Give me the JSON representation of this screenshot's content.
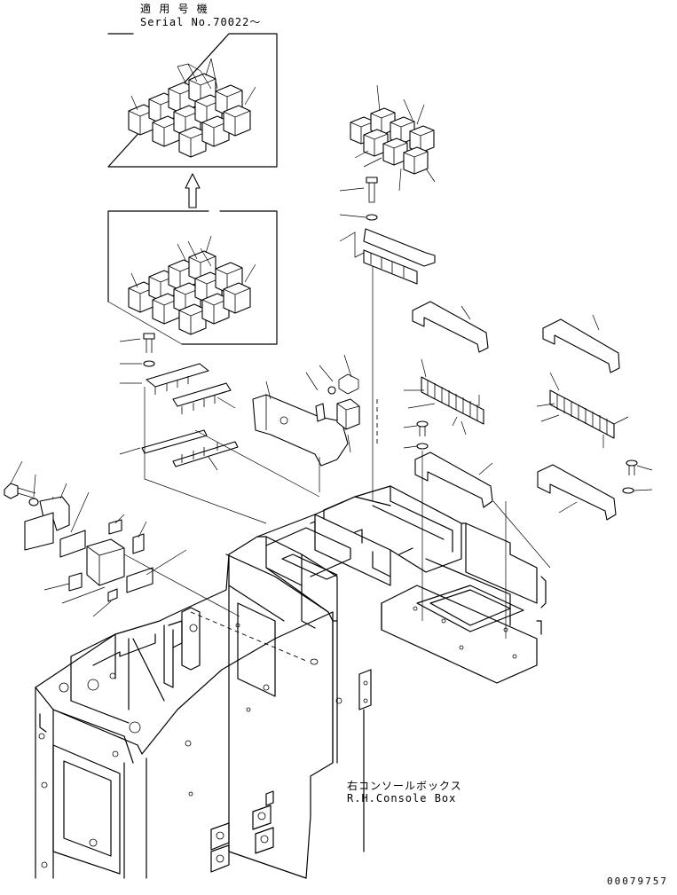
{
  "applicable_label": "適 用 号 機",
  "serial_label": "Serial No.70022～",
  "console_label_jp": "右コンソールボックス",
  "console_label_en": "R.H.Console Box",
  "drawing_number": "00079757"
}
